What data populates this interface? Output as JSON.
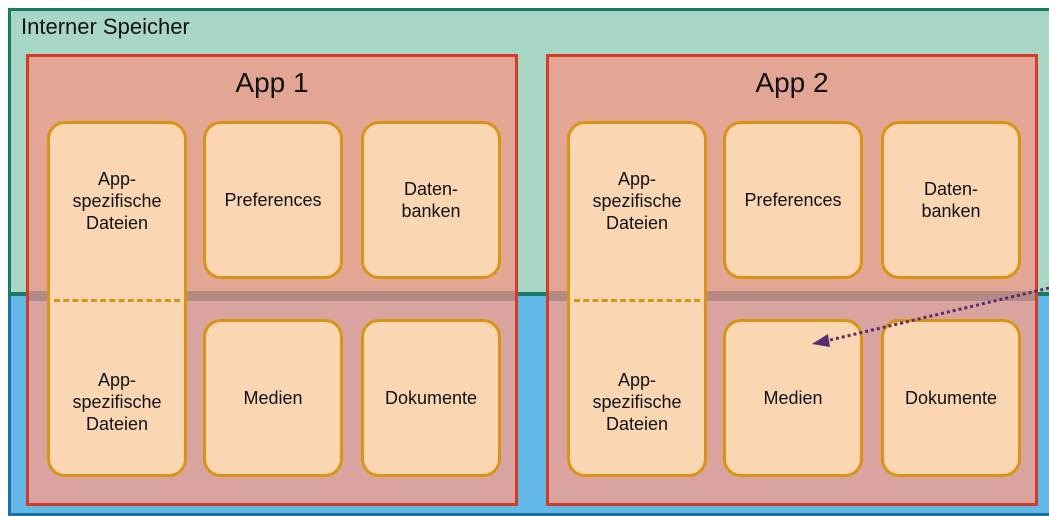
{
  "storage": {
    "internal_label": "Interner Speicher"
  },
  "apps": [
    {
      "title": "App 1",
      "app_files_top": "App-\nspezifische\nDateien",
      "app_files_bottom": "App-\nspezifische\nDateien",
      "preferences": "Preferences",
      "databases": "Daten-\nbanken",
      "media": "Medien",
      "documents": "Dokumente"
    },
    {
      "title": "App 2",
      "app_files_top": "App-\nspezifische\nDateien",
      "app_files_bottom": "App-\nspezifische\nDateien",
      "preferences": "Preferences",
      "databases": "Daten-\nbanken",
      "media": "Medien",
      "documents": "Dokumente"
    }
  ],
  "colors": {
    "internal_bg": "#a8d8c3",
    "external_bg": "#62b8e6",
    "app_border": "#d43a2a",
    "card_bg": "#fbd6b2",
    "card_border": "#d99414",
    "arrow": "#5a2a6e"
  }
}
